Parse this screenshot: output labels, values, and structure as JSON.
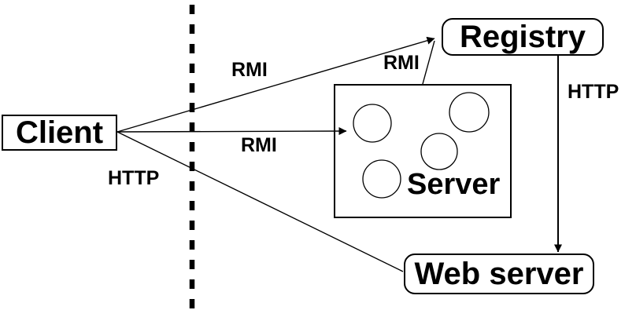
{
  "diagram": {
    "kind": "rmi-architecture-diagram",
    "background_color": "#ffffff",
    "line_color": "#000000",
    "text_color": "#000000",
    "separator": {
      "kind": "dotted-vertical-line",
      "orientation": "vertical"
    },
    "nodes": {
      "client": {
        "label": "Client",
        "shape": "rectangle"
      },
      "registry": {
        "label": "Registry",
        "shape": "rounded-rectangle"
      },
      "server": {
        "label": "Server",
        "shape": "rectangle",
        "decoration": "four empty circles"
      },
      "web_server": {
        "label": "Web server",
        "shape": "rounded-rectangle"
      }
    },
    "edges": [
      {
        "from": "Client",
        "to": "Registry",
        "label": "RMI",
        "arrowhead": true
      },
      {
        "from": "Server",
        "to": "Registry",
        "label": "RMI",
        "arrowhead": false
      },
      {
        "from": "Client",
        "to": "Server",
        "label": "RMI",
        "arrowhead": true
      },
      {
        "from": "Client",
        "to": "Web server",
        "label": "HTTP",
        "arrowhead": false
      },
      {
        "from": "Registry",
        "to": "Web server",
        "label": "HTTP",
        "arrowhead": true
      }
    ]
  }
}
